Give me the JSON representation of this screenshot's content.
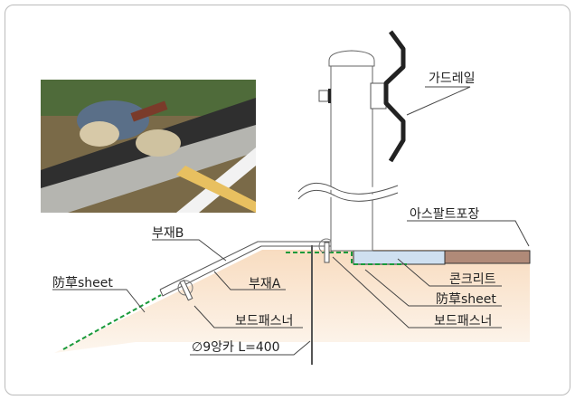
{
  "labels": {
    "guardrail": "가드레일",
    "asphalt": "아스팔트포장",
    "member_b": "부재B",
    "member_a": "부재A",
    "weed_sheet_left": "防草sheet",
    "weed_sheet_right": "防草sheet",
    "board_fastener_left": "보드패스너",
    "board_fastener_right": "보드패스너",
    "anchor": "∅9앙카 L=400",
    "concrete": "콘크리트"
  },
  "colors": {
    "concrete": "#cfe0f0",
    "asphalt": "#b08a78",
    "soil": "#f8dcc0",
    "sheet": "#1a9a3a"
  }
}
